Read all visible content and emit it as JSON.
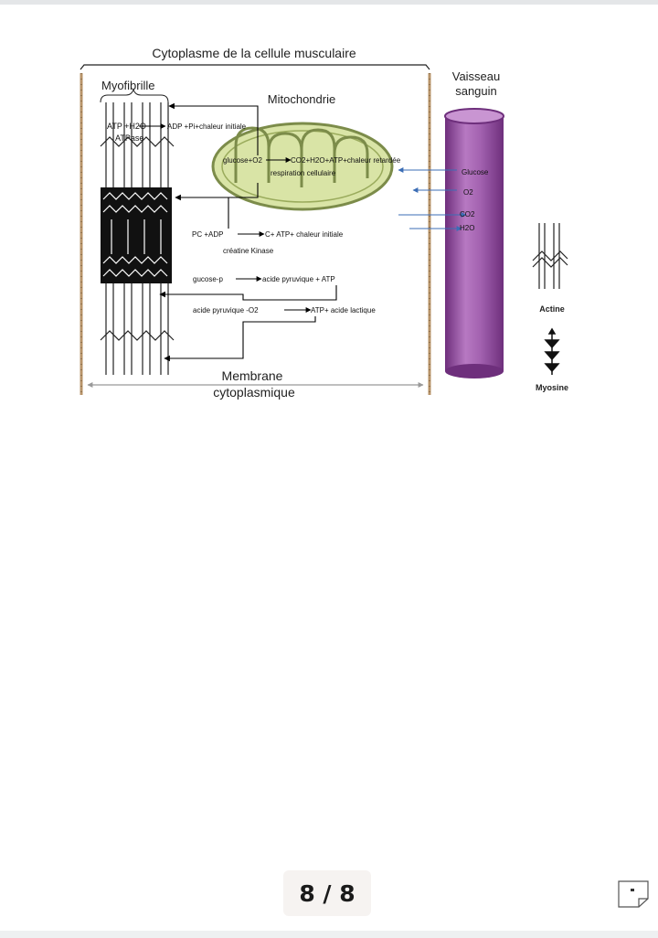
{
  "diagram": {
    "title": "Cytoplasme de la cellule musculaire",
    "myofibrille": "Myofibrille",
    "mitochondrie": "Mitochondrie",
    "vaisseau_line1": "Vaisseau",
    "vaisseau_line2": "sanguin",
    "membrane_line1": "Membrane",
    "membrane_line2": "cytoplasmique",
    "reactions": {
      "atp_hydrolysis": "ATP +H2O",
      "atpase": "ATPase",
      "adp_products": "ADP +Pi+chaleur initiale",
      "glucose_o2": "glucose+O2",
      "co2_products": "CO2+H2O+ATP+chaleur retardée",
      "respiration": "respiration cellulaire",
      "pc_adp": "PC +ADP",
      "c_atp": "C+ ATP+ chaleur initiale",
      "creatine_kinase": "créatine Kinase",
      "glucose_p": "gucose-p",
      "acide_pyruvique_atp": "acide pyruvique + ATP",
      "acide_pyruvique_o2": "acide pyruvique -O2",
      "atp_lactique": "ATP+ acide lactique"
    },
    "blood_labels": {
      "glucose": "Glucose",
      "o2": "O2",
      "co2": "CO2",
      "h2o": "H2O"
    },
    "legend": {
      "actine": "Actine",
      "myosine": "Myosine"
    },
    "colors": {
      "vessel": "#9b59a8",
      "vessel_dark": "#6e2f7c",
      "mito_fill": "#d9e4a6",
      "mito_stroke": "#7c8c4a",
      "membrane": "#b8946a",
      "exchange_arrow": "#3b6db5"
    }
  },
  "footer": {
    "page_indicator": "8 / 8"
  },
  "icons": {
    "page_thumbnail": "page-thumbnail-icon"
  }
}
